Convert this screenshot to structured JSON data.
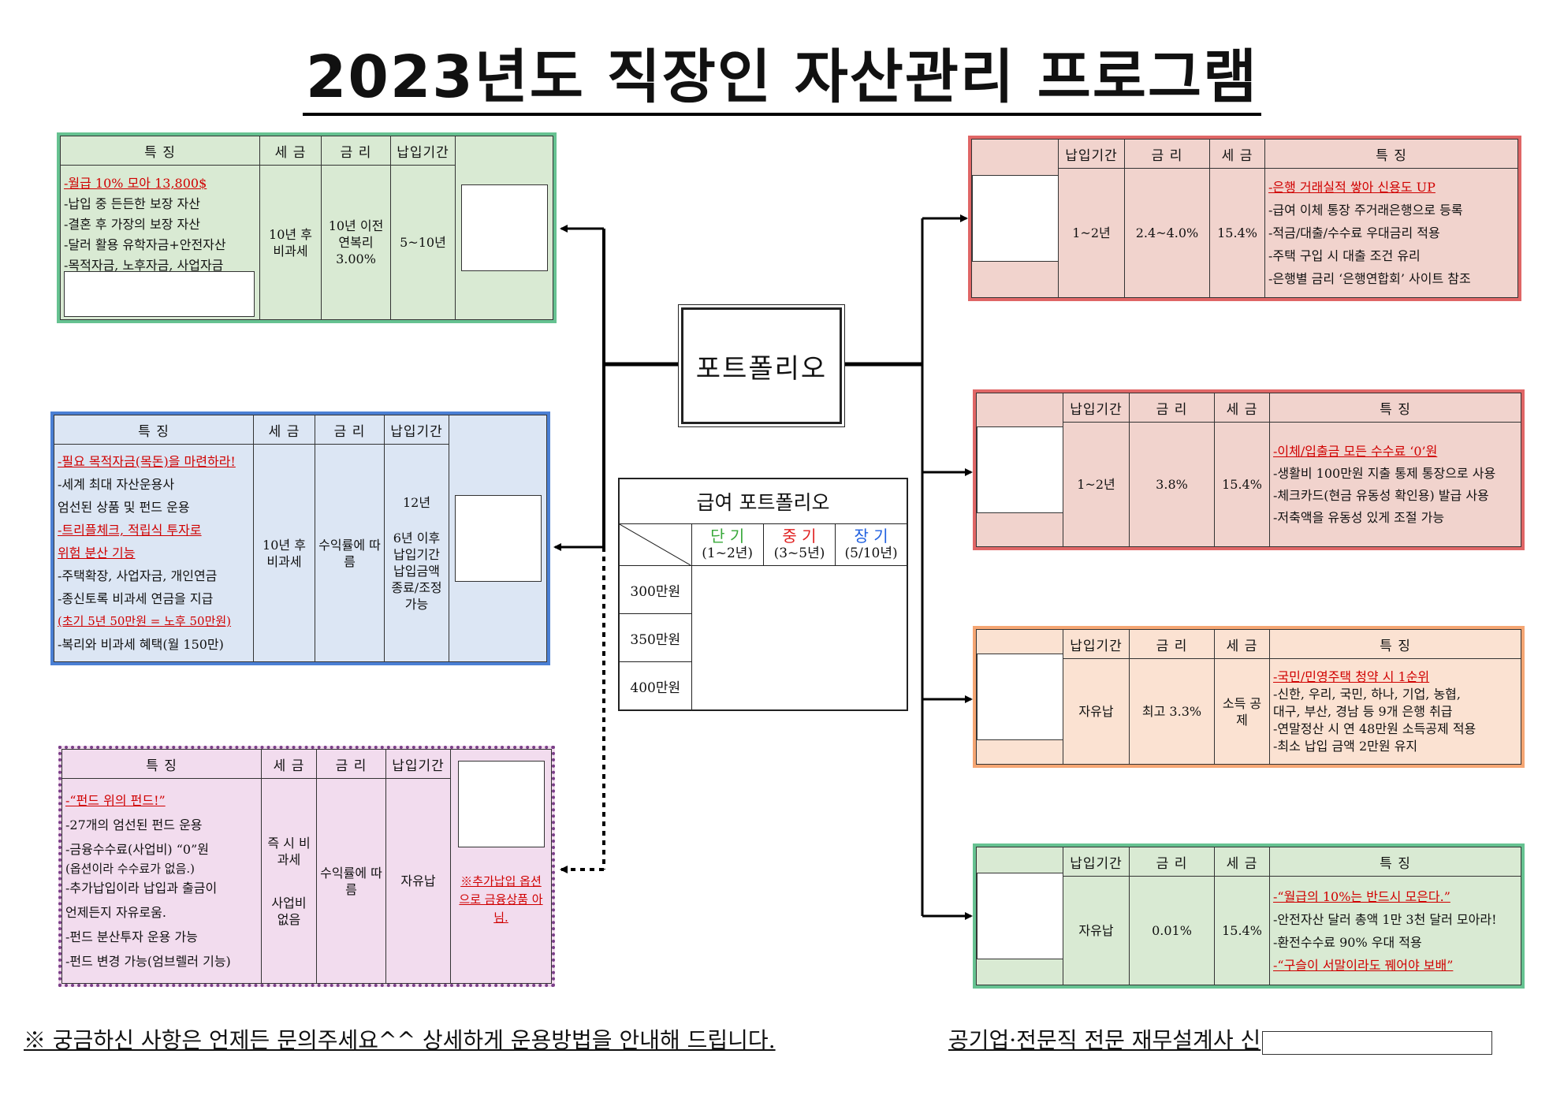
{
  "title": "2023년도 직장인 자산관리 프로그램",
  "headers": {
    "feature": "특 징",
    "tax": "세 금",
    "rate": "금 리",
    "period": "납입기간"
  },
  "center": {
    "portfolio": "포트폴리오",
    "salary_title": "급여 포트폴리오",
    "short_label": "단 기",
    "short_range": "(1~2년)",
    "mid_label": "중 기",
    "mid_range": "(3~5년)",
    "long_label": "장 기",
    "long_range": "(5/10년)",
    "rows": [
      "300만원",
      "350만원",
      "400만원"
    ]
  },
  "box_green_top": {
    "features": [
      "-월급 10% 모아 13,800$",
      "-납입 중 든든한 보장 자산",
      "-결혼 후 가장의 보장 자산",
      "-달러 활용 유학자금+안전자산",
      "-목적자금, 노후자금, 사업자금"
    ],
    "tax": "10년 후 비과세",
    "rate": "10년 이전 연복리 3.00%",
    "period": "5~10년"
  },
  "box_blue": {
    "features": [
      "-필요 목적자금(목돈)을 마련하라!",
      "-세계 최대 자산운용사",
      " 엄선된 상품 및 펀드 운용",
      "-트리플체크, 적립식 투자로",
      " 위험 분산 기능",
      "-주택확장, 사업자금, 개인연금",
      "-종신토록 비과세 연금을 지급",
      "(초기 5년 50만원 = 노후 50만원)",
      "-복리와 비과세 혜택(월 150만)"
    ],
    "tax": "10년 후 비과세",
    "rate": "수익률에 따름",
    "period_top": "12년",
    "period_bottom": "6년 이후 납입기간 납입금액 종료/조정 가능"
  },
  "box_purple": {
    "features": [
      "-“펀드 위의 펀드!”",
      "-27개의 엄선된 펀드 운용",
      "-금융수수료(사업비) “0”원",
      " (옵션이라 수수료가 없음.)",
      "-추가납입이라 납입과 출금이",
      " 언제든지 자유로움.",
      "-펀드 분산투자 운용 가능",
      "-펀드 변경 가능(엄브렐러 기능)"
    ],
    "tax_top": "즉 시 비과세",
    "tax_bottom": "사업비 없음",
    "rate": "수익률에 따름",
    "period": "자유납",
    "note": "※추가납입 옵션으로 금융상품 아님."
  },
  "box_pink1": {
    "period": "1~2년",
    "rate": "2.4~4.0%",
    "tax": "15.4%",
    "features": [
      "-은행 거래실적 쌓아 신용도 UP",
      "-급여 이체 통장 주거래은행으로 등록",
      "-적금/대출/수수료 우대금리 적용",
      "-주택 구입 시 대출 조건 유리",
      "-은행별 금리 ‘은행연합회’ 사이트 참조"
    ]
  },
  "box_pink2": {
    "period": "1~2년",
    "rate": "3.8%",
    "tax": "15.4%",
    "features": [
      "-이체/입출금 모든 수수료 ‘0’원",
      "-생활비 100만원 지출 통제 통장으로 사용",
      "-체크카드(현금 유동성 확인용) 발급 사용",
      "-저축액을 유동성 있게 조절 가능"
    ]
  },
  "box_orange": {
    "period": "자유납",
    "rate": "최고 3.3%",
    "tax": "소득 공제",
    "features": [
      "-국민/민영주택 청약 시 1순위",
      "-신한, 우리, 국민, 하나, 기업, 농협,",
      " 대구, 부산, 경남 등 9개 은행 취급",
      "-연말정산 시 연 48만원 소득공제 적용",
      "-최소 납입 금액 2만원 유지"
    ]
  },
  "box_green_bottom": {
    "period": "자유납",
    "rate": "0.01%",
    "tax": "15.4%",
    "features": [
      "-“월급의 10%는 반드시 모은다.”",
      "-안전자산 달러 총액 1만 3천 달러 모아라!",
      "-환전수수료 90% 우대 적용",
      "-“구슬이 서말이라도 꿰어야 보배”"
    ]
  },
  "footer": {
    "left": "※ 궁금하신 사항은 언제든 문의주세요^^ 상세하게 운용방법을 안내해 드립니다.",
    "right": "공기업·전문직 전문 재무설계사 신"
  }
}
